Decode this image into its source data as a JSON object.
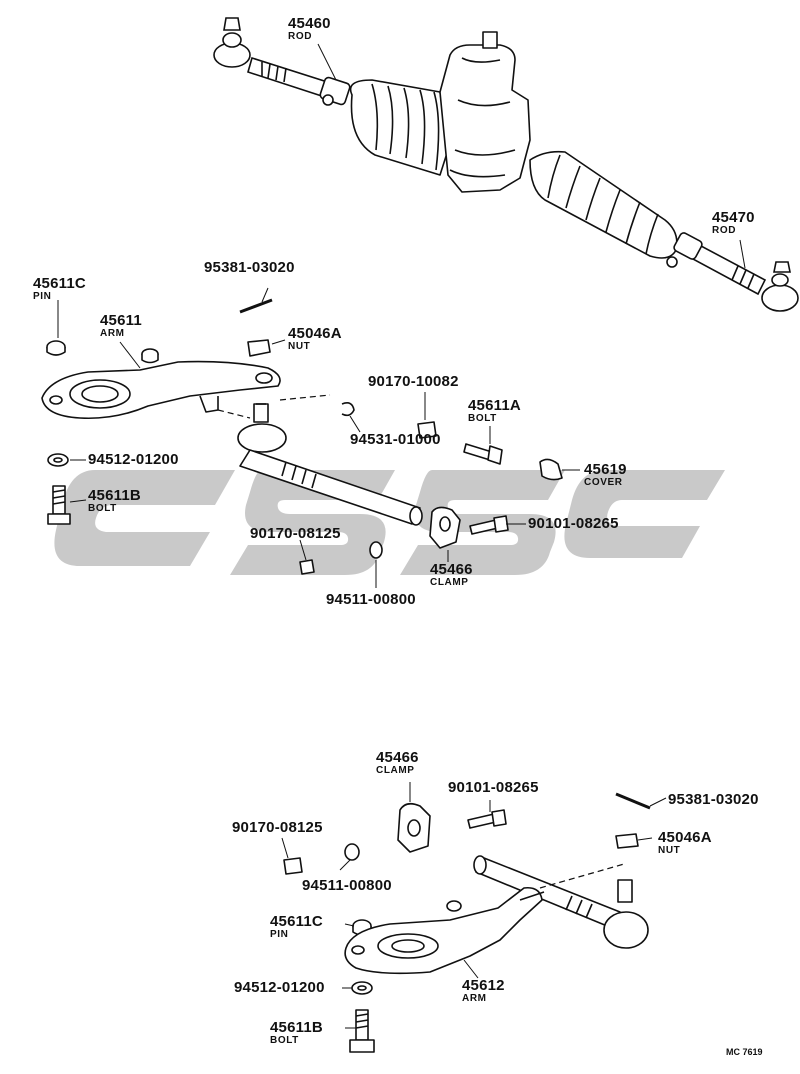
{
  "colors": {
    "ink": "#111111",
    "watermark": "#c9c9c9",
    "paper": "#ffffff"
  },
  "watermark": {
    "text": "cssc",
    "name": "watermark-logo"
  },
  "labels": {
    "p45460": {
      "number": "45460",
      "name": "ROD"
    },
    "p45470": {
      "number": "45470",
      "name": "ROD"
    },
    "p95381_top": {
      "number": "95381-03020"
    },
    "p45611C_top": {
      "number": "45611C",
      "name": "PIN"
    },
    "p45611": {
      "number": "45611",
      "name": "ARM"
    },
    "p45046A_top": {
      "number": "45046A",
      "name": "NUT"
    },
    "p90170_10082": {
      "number": "90170-10082"
    },
    "p45611A": {
      "number": "45611A",
      "name": "BOLT"
    },
    "p94531": {
      "number": "94531-01000"
    },
    "p94512_top": {
      "number": "94512-01200"
    },
    "p45619": {
      "number": "45619",
      "name": "COVER"
    },
    "p45611B_top": {
      "number": "45611B",
      "name": "BOLT"
    },
    "p90170_08125_top": {
      "number": "90170-08125"
    },
    "p90101_top": {
      "number": "90101-08265"
    },
    "p45466_top": {
      "number": "45466",
      "name": "CLAMP"
    },
    "p94511_top": {
      "number": "94511-00800"
    },
    "p45466_bot": {
      "number": "45466",
      "name": "CLAMP"
    },
    "p90101_bot": {
      "number": "90101-08265"
    },
    "p95381_bot": {
      "number": "95381-03020"
    },
    "p90170_08125_bot": {
      "number": "90170-08125"
    },
    "p45046A_bot": {
      "number": "45046A",
      "name": "NUT"
    },
    "p94511_bot": {
      "number": "94511-00800"
    },
    "p45611C_bot": {
      "number": "45611C",
      "name": "PIN"
    },
    "p94512_bot": {
      "number": "94512-01200"
    },
    "p45612": {
      "number": "45612",
      "name": "ARM"
    },
    "p45611B_bot": {
      "number": "45611B",
      "name": "BOLT"
    }
  },
  "diagram_code": "MC 7619"
}
